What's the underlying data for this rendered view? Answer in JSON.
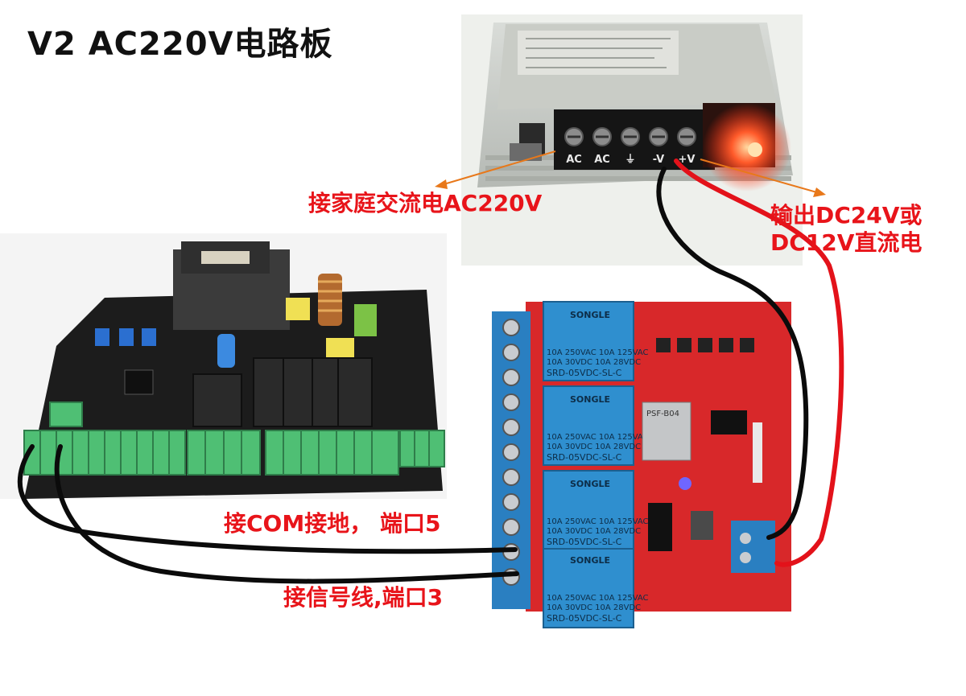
{
  "title": "V2 AC220V电路板",
  "annotations": {
    "ac_input": "接家庭交流电AC220V",
    "dc_output_line1": "输出DC24V或",
    "dc_output_line2": "DC12V直流电",
    "com_ground": "接COM接地， 端口5",
    "signal_line": "接信号线,端口3"
  },
  "psu": {
    "terminals": [
      "AC",
      "AC",
      "⏚",
      "-V",
      "+V"
    ]
  },
  "relay_board": {
    "relay_brand": "SONGLE",
    "relay_rating_1": "10A 250VAC  10A 125VAC",
    "relay_rating_2": "10A  30VDC  10A  28VDC",
    "relay_model": "SRD-05VDC-SL-C",
    "module_label": "PSF-B04"
  },
  "colors": {
    "annotation_red": "#e8141a",
    "wire_black": "#0b0b0b",
    "wire_red": "#e3121a",
    "terminal_green": "#4fbf74",
    "terminal_blue": "#2a7fc1",
    "relay_board_red": "#d8282a",
    "pcb_black": "#1c1c1c"
  }
}
